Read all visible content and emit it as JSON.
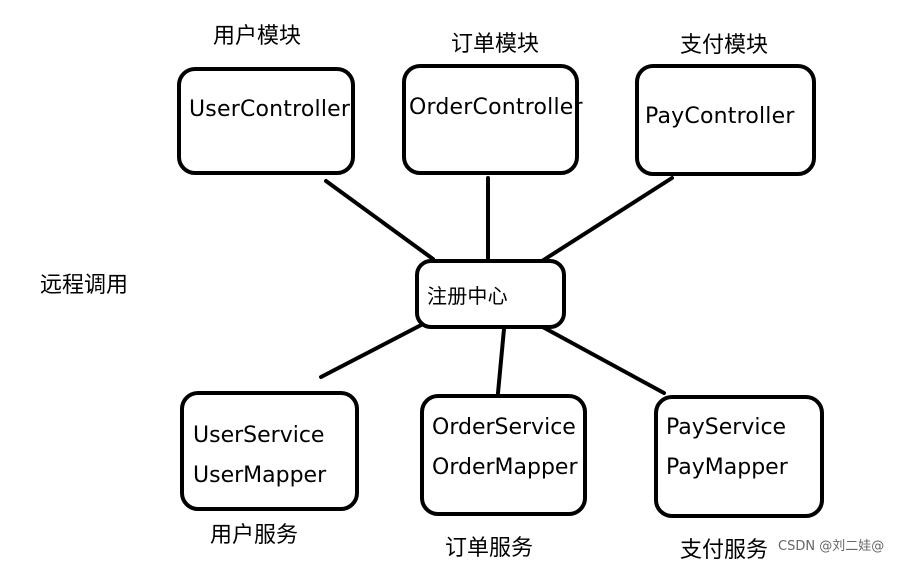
{
  "diagram": {
    "labels": {
      "user_module": "用户模块",
      "order_module": "订单模块",
      "pay_module": "支付模块",
      "remote_call": "远程调用",
      "user_service_label": "用户服务",
      "order_service_label": "订单服务",
      "pay_service_label": "支付服务",
      "watermark": "CSDN @刘二娃@"
    },
    "nodes": {
      "user_controller": "UserController",
      "order_controller": "OrderController",
      "pay_controller": "PayController",
      "registry": "注册中心",
      "user_service": {
        "line1": "UserService",
        "line2": "UserMapper"
      },
      "order_service": {
        "line1": "OrderService",
        "line2": "OrderMapper"
      },
      "pay_service": {
        "line1": "PayService",
        "line2": "PayMapper"
      }
    },
    "colors": {
      "stroke": "#000000",
      "background": "#ffffff",
      "watermark": "#666666"
    }
  }
}
